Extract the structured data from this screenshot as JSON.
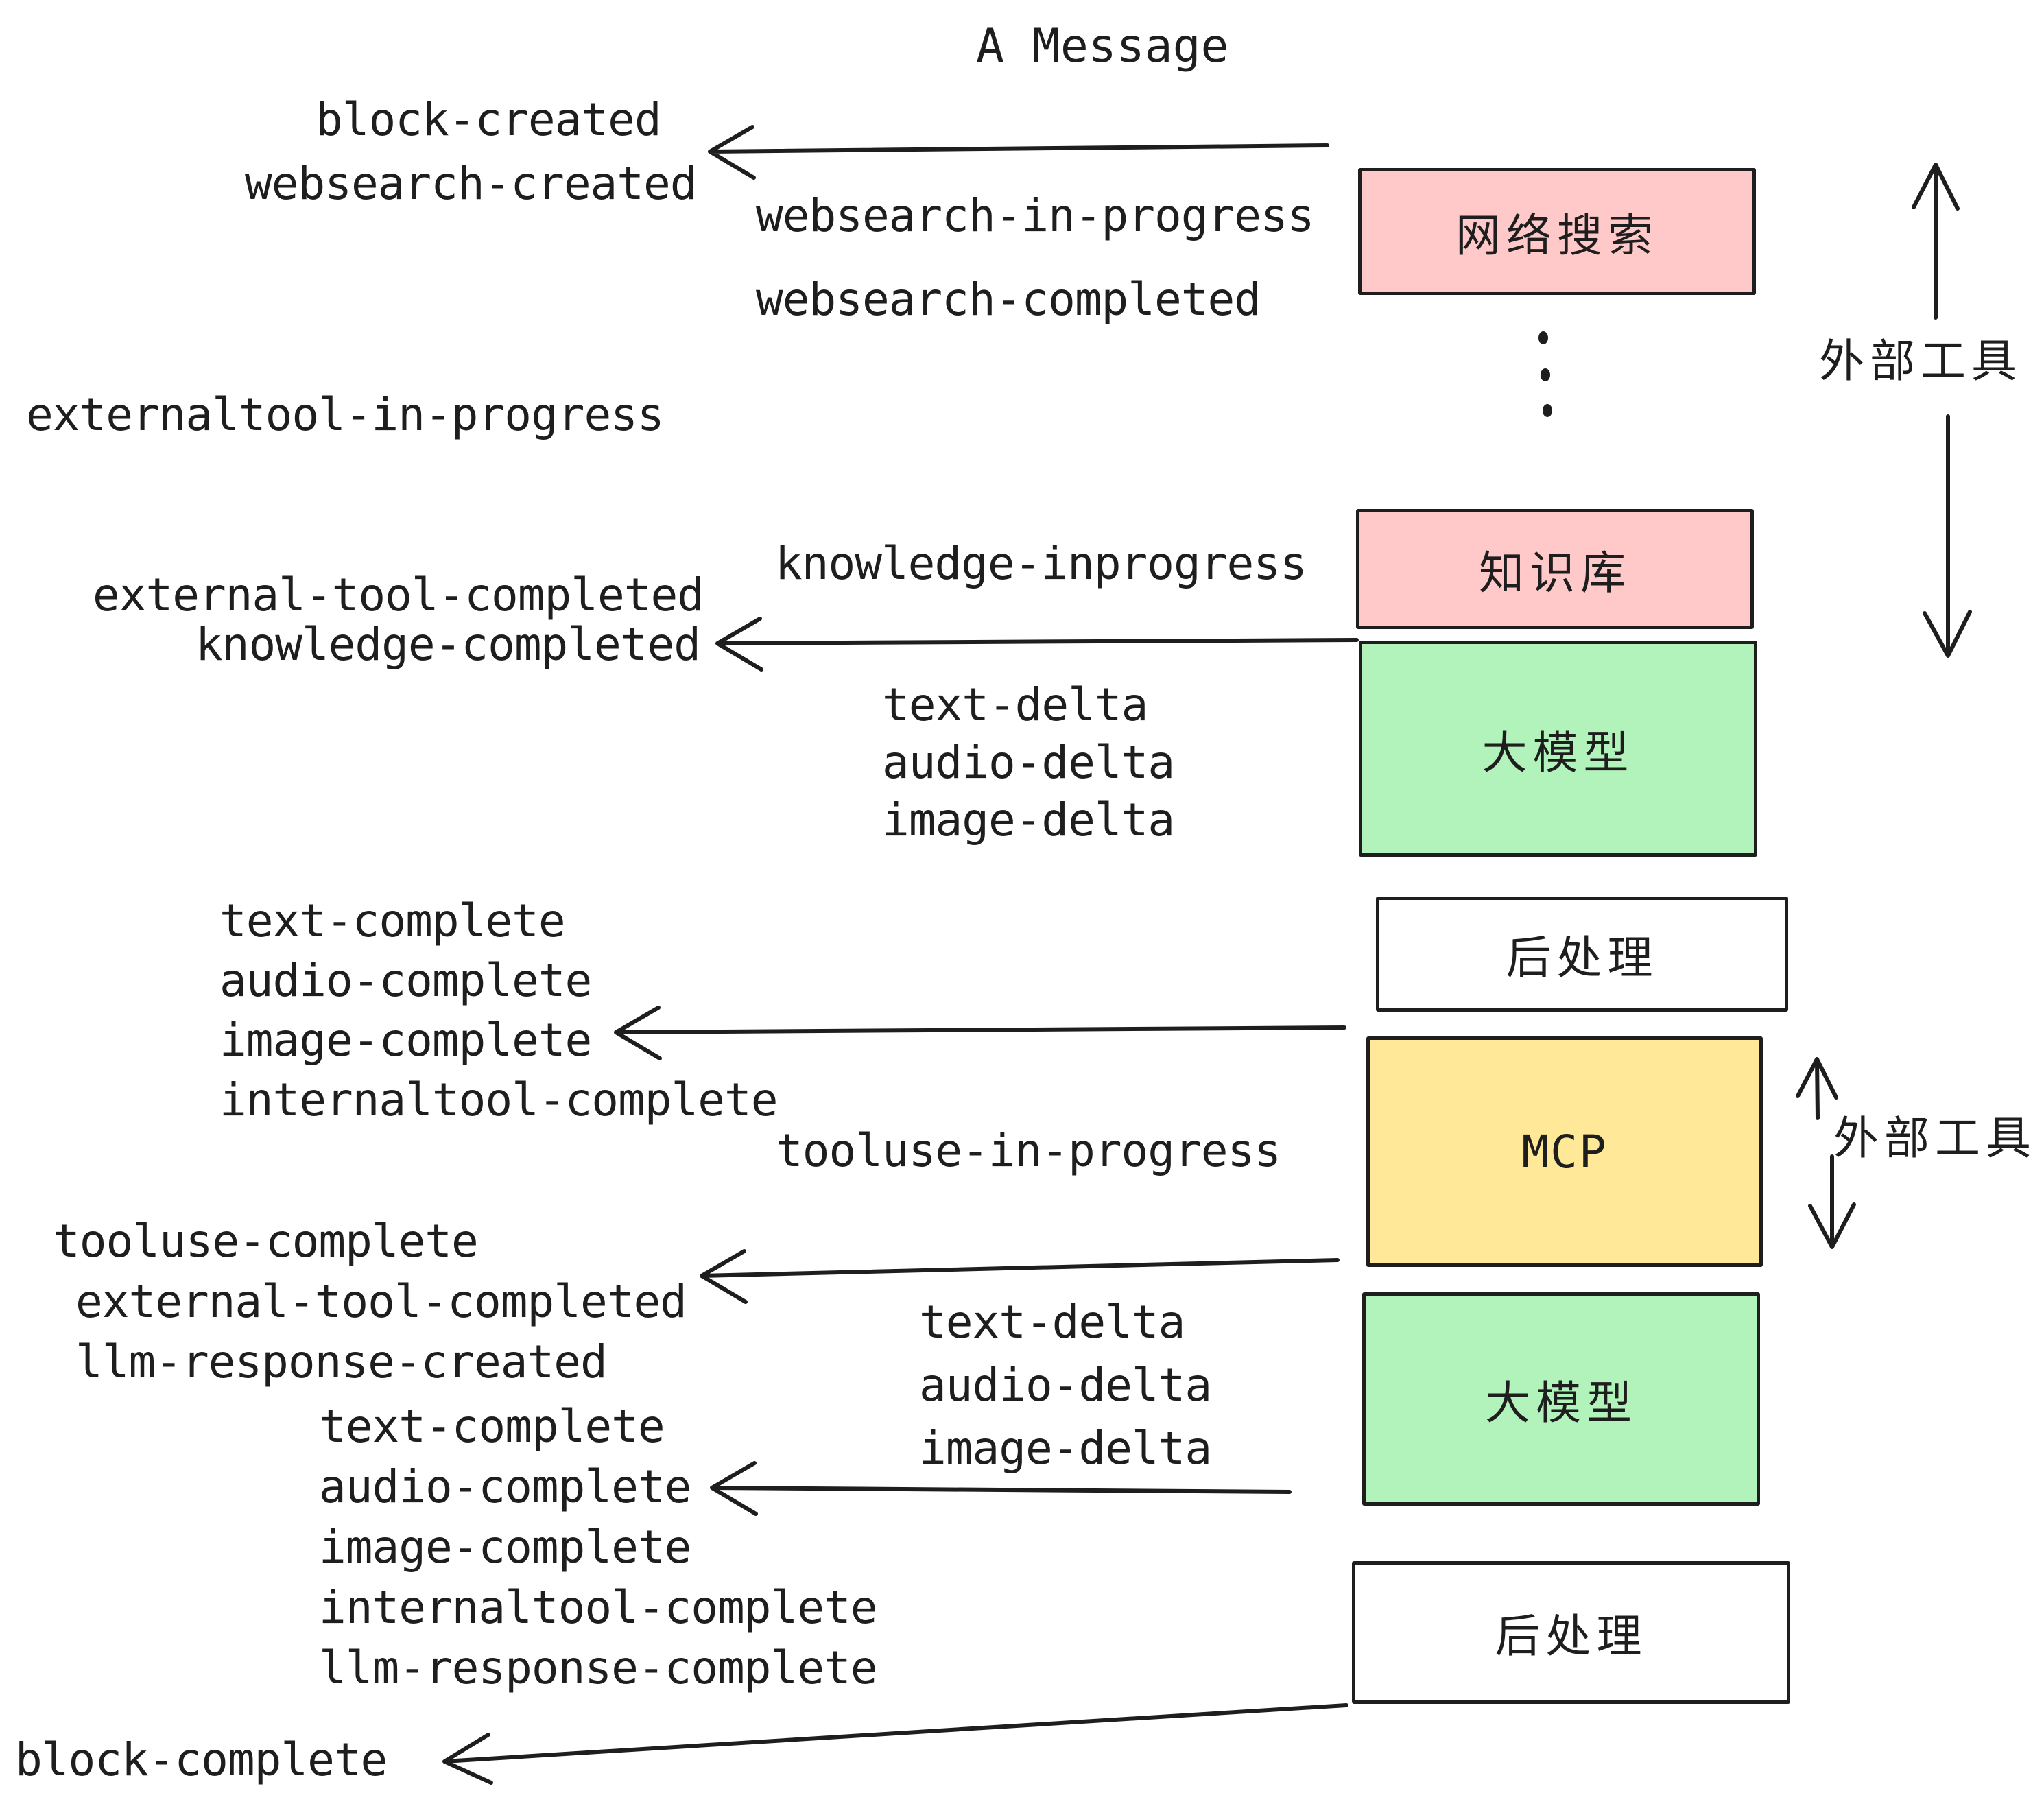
{
  "title": "A Message",
  "colors": {
    "stroke": "#1e1e1e",
    "pink": "#ffc9c9",
    "green": "#b2f2bb",
    "yellow": "#ffe999",
    "white": "#ffffff"
  },
  "boxes": [
    {
      "label": "网络搜索",
      "fill": "#ffc9c9"
    },
    {
      "label": "知识库",
      "fill": "#ffc9c9"
    },
    {
      "label": "大模型",
      "fill": "#b2f2bb"
    },
    {
      "label": "后处理",
      "fill": "#ffffff"
    },
    {
      "label": "MCP",
      "fill": "#ffe999"
    },
    {
      "label": "大模型",
      "fill": "#b2f2bb"
    },
    {
      "label": "后处理",
      "fill": "#ffffff"
    }
  ],
  "side_labels": {
    "external_tools_top": "外部工具",
    "external_tools_mid": "外部工具"
  },
  "events": {
    "block_created": "block-created",
    "websearch_created": "websearch-created",
    "websearch_in_progress": "websearch-in-progress",
    "websearch_completed": "websearch-completed",
    "externaltool_in_progress": "externaltool-in-progress",
    "knowledge_inprogress": "knowledge-inprogress",
    "external_tool_completed_1": "external-tool-completed",
    "knowledge_completed": "knowledge-completed",
    "text_delta_1": "text-delta",
    "audio_delta_1": "audio-delta",
    "image_delta_1": "image-delta",
    "text_complete_1": "text-complete",
    "audio_complete_1": "audio-complete",
    "image_complete_1": "image-complete",
    "internaltool_complete_1": "internaltool-complete",
    "tooluse_in_progress": "tooluse-in-progress",
    "tooluse_complete": "tooluse-complete",
    "external_tool_completed_2": "external-tool-completed",
    "llm_response_created": "llm-response-created",
    "text_complete_2": "text-complete",
    "audio_complete_2": "audio-complete",
    "image_complete_2": "image-complete",
    "internaltool_complete_2": "internaltool-complete",
    "llm_response_complete": "llm-response-complete",
    "text_delta_2": "text-delta",
    "audio_delta_2": "audio-delta",
    "image_delta_2": "image-delta",
    "block_complete": "block-complete"
  }
}
